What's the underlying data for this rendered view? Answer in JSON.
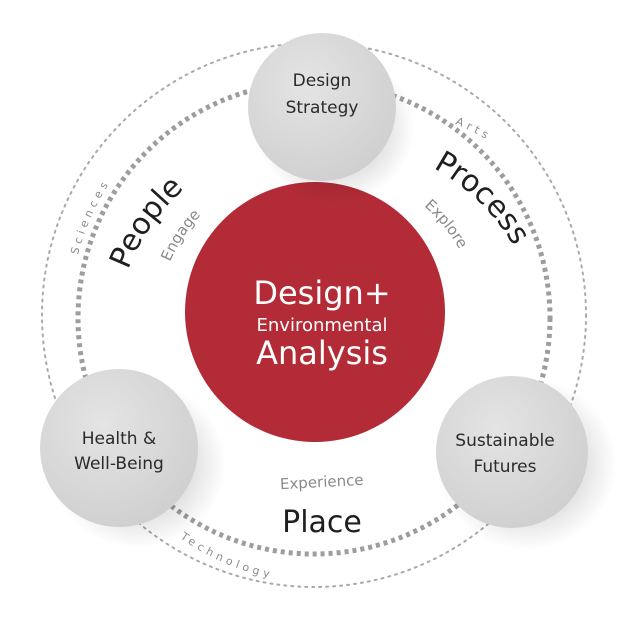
{
  "center": {
    "title_line1": "Design+",
    "title_line2": "Environmental",
    "title_line3": "Analysis",
    "color": "#b22b37"
  },
  "nodes": [
    {
      "id": "strategy",
      "line1": "Design",
      "line2": "Strategy"
    },
    {
      "id": "health",
      "line1": "Health &",
      "line2": "Well-Being"
    },
    {
      "id": "futures",
      "line1": "Sustainable",
      "line2": "Futures"
    }
  ],
  "themes": {
    "people": {
      "label": "People",
      "verb": "Engage"
    },
    "process": {
      "label": "Process",
      "verb": "Explore"
    },
    "place": {
      "label": "Place",
      "verb": "Experience"
    }
  },
  "outer_ring": {
    "sciences": "Sciences",
    "arts": "Arts",
    "technology": "Technology"
  },
  "colors": {
    "node_fill": "#d6d6d7",
    "ring_dots": "#a9a9a9",
    "inner_dashes": "#9d9d9d"
  }
}
